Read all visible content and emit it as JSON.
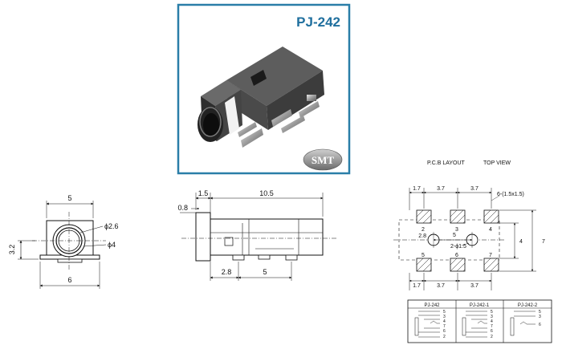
{
  "product": {
    "model": "PJ-242",
    "badge": "SMT",
    "frame_color": "#2a7ea8",
    "title_color": "#1f6f9e"
  },
  "front_view": {
    "dims": {
      "width_top": "5",
      "width_bottom": "6",
      "height": "3.2",
      "phi_outer": "ϕ2.6",
      "phi_inner": "ϕ4"
    }
  },
  "side_view": {
    "dims": {
      "flange": "1.5",
      "body_length": "10.5",
      "lip": "0.8",
      "pad_offset": "2.8",
      "pad_span": "5"
    }
  },
  "pcb_layout": {
    "title": "P.C.B LAYOUT",
    "subtitle": "TOP VIEW",
    "pad_spec": "6-(1.5x1.5)",
    "hole_spec": "2-ϕ1.5",
    "dims": {
      "top_left": "1.7",
      "top_mid": "3.7",
      "top_right": "3.7",
      "bottom_left": "1.7",
      "bottom_mid": "3.7",
      "bottom_right": "3.7",
      "inner_left": "2.8",
      "inner_span": "5",
      "height_outer": "7",
      "height_inner": "4"
    },
    "pad_labels": [
      "2",
      "3",
      "4",
      "5",
      "6",
      "7"
    ]
  },
  "variants": {
    "headers": [
      "PJ-242",
      "PJ-242-1",
      "PJ-242-2"
    ],
    "pins": [
      [
        "5",
        "3",
        "4",
        "7",
        "6",
        "2"
      ],
      [
        "5",
        "3",
        "4",
        "7",
        "6",
        "2"
      ],
      [
        "5",
        "3",
        "6"
      ]
    ]
  }
}
